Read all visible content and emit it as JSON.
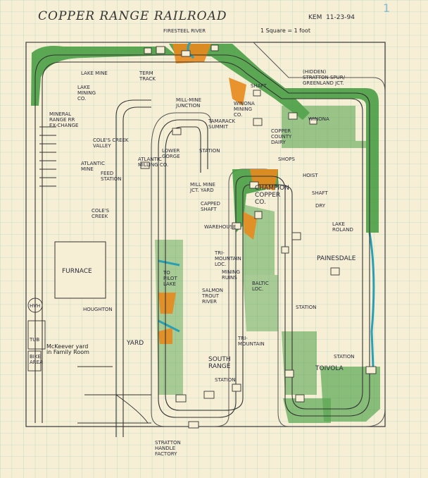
{
  "page_number": "1",
  "title": "COPPER RANGE RAILROAD",
  "author_date": "KEM  11-23-94",
  "scale": "1 Square = 1 foot",
  "labels": {
    "firesteel_river": "FIRESTEEL RIVER",
    "hidden_spur": "(HIDDEN)\nSTRATTON SPUR/\nGREENLAND JCT.",
    "lake_mine": "LAKE MINE",
    "term_track": "TERM\nTRACK",
    "lake_mining_co": "LAKE\nMINING\nCO.",
    "mill_mine_jct": "MILL-MINE\nJUNCTION",
    "winona_mining": "WINONA\nMINING\nCO.",
    "winona": "WINONA",
    "copper_county_dairy": "COPPER\nCOUNTY\nDAIRY",
    "shaft_top": "SHAFT",
    "mineral_range": "MINERAL\nRANGE RR\nEX-CHANGE",
    "tamarack": "TAMARACK\nSUMMIT",
    "coles_creek_valley": "COLE'S CREEK\nVALLEY",
    "lower_gorge": "LOWER\nGORGE",
    "atlantic_mine": "ATLANTIC\nMINE",
    "atlantic_mill": "ATLANTIC\nMILLING CO.",
    "feed_station": "FEED\nSTATION",
    "station_a": "STATION",
    "shops": "SHOPS",
    "hoist": "HOIST",
    "champion": "CHAMPION\nCOPPER\nCO.",
    "shaft_2": "SHAFT",
    "dry": "DRY",
    "mill_mine_yard": "MILL MINE\nJCT. YARD",
    "capped_shaft": "CAPPED\nSHAFT",
    "warehouse": "WAREHOUSE",
    "coles_creek": "COLE'S\nCREEK",
    "lake_roland": "LAKE\nROLAND",
    "painesdale": "PAINESDALE",
    "furnace": "FURNACE",
    "trimountain": "TRI-\nMOUNTAIN\nLOC.",
    "mining_ruins": "MINING\nRUINS",
    "baltic_loc": "BALTIC\nLOC.",
    "hvh": "HVH",
    "houghton": "HOUGHTON",
    "salmon_trout": "SALMON\nTROUT\nRIVER",
    "pilot_lake": "TO\nPILOT\nLAKE",
    "station_b": "STATION",
    "yard": "YARD",
    "tub": "TUB",
    "mckeever_yard": "McKeever yard\nin Family Room",
    "south_range": "SOUTH\nRANGE",
    "station_c": "STATION",
    "trimountain_2": "TRI-\nMOUNTAIN",
    "station_d": "STATION",
    "toivola": "TOIVOLA",
    "stratton_handle": "STRATTON\nHANDLE\nFACTORY",
    "bike_area": "BIKE\nAREA"
  }
}
